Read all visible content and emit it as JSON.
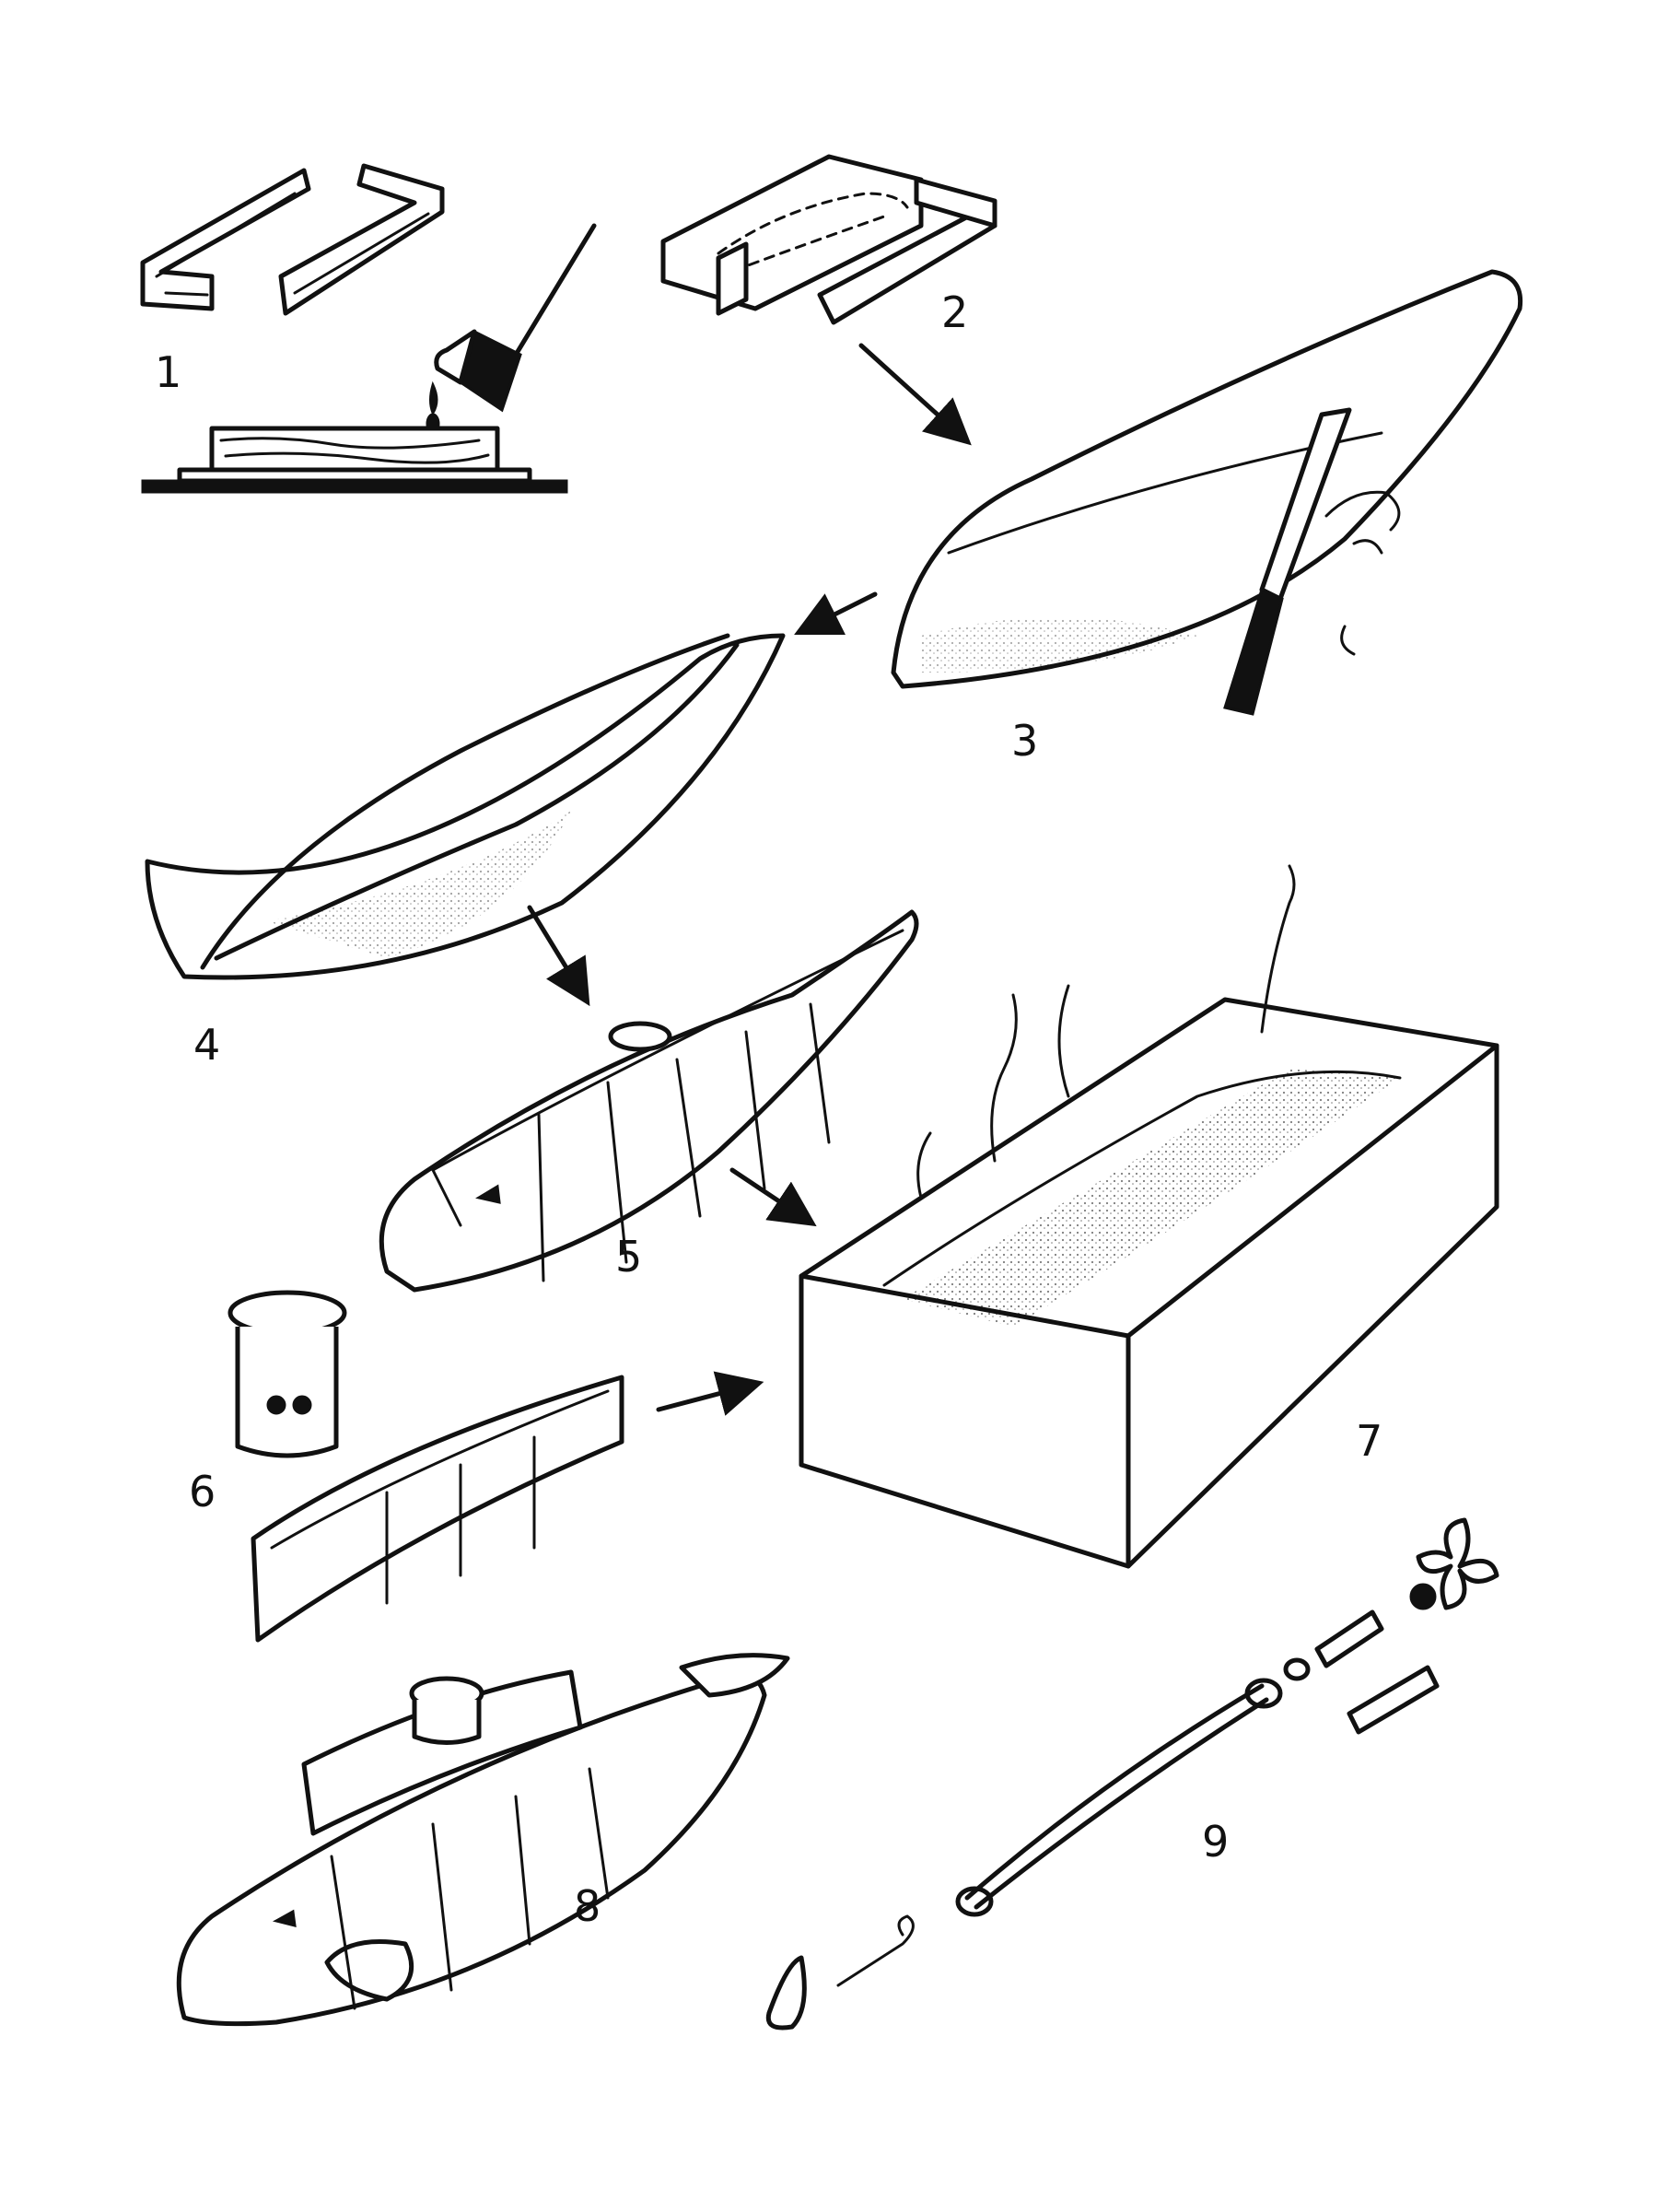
{
  "steps": [
    {
      "id": "1",
      "label": "1"
    },
    {
      "id": "2",
      "label": "2"
    },
    {
      "id": "3",
      "label": "3"
    },
    {
      "id": "4",
      "label": "4"
    },
    {
      "id": "5",
      "label": "5"
    },
    {
      "id": "6",
      "label": "6"
    },
    {
      "id": "7",
      "label": "7"
    },
    {
      "id": "8",
      "label": "8"
    },
    {
      "id": "9",
      "label": "9"
    }
  ],
  "icons": {
    "mold_pieces": "wooden-mold-frame-icon",
    "glue_pour": "glue-pot-icon",
    "block": "laminated-wood-block-icon",
    "hull_carving": "carved-hull-icon",
    "knife": "carving-knife-icon",
    "hollow_hull": "split-hollow-hull-icon",
    "planked_hull": "planked-hull-icon",
    "tower_cap": "conning-tower-cap-icon",
    "deck": "open-deck-frame-icon",
    "tray": "wax-bath-tray-icon",
    "submarine": "finished-submarine-icon",
    "drive_parts": "rubber-band-motor-parts-icon"
  },
  "colors": {
    "ink": "#111111",
    "paper": "#ffffff"
  }
}
